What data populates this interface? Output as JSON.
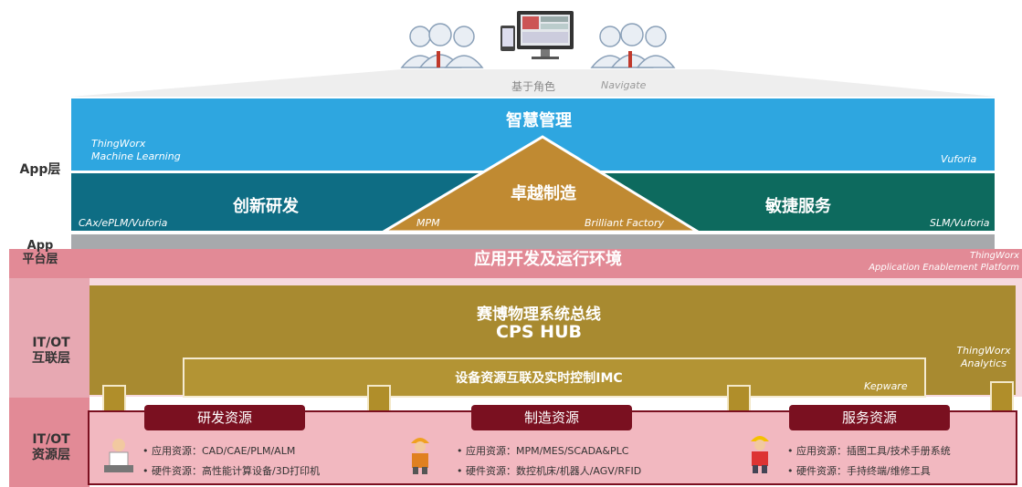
{
  "top": {
    "label_left": "基于角色",
    "label_right": "Navigate"
  },
  "app": {
    "layer_label": "App层",
    "top_title": "智慧管理",
    "top_left_line1": "ThingWorx",
    "top_left_line2": "Machine Learning",
    "top_right": "Vuforia",
    "left_title": "创新研发",
    "left_sub": "CAx/ePLM/Vuforia",
    "center_title": "卓越制造",
    "center_left": "MPM",
    "center_right": "Brilliant Factory",
    "right_title": "敏捷服务",
    "right_sub": "SLM/Vuforia"
  },
  "platform": {
    "layer_label_line1": "App",
    "layer_label_line2": "平台层",
    "title": "应用开发及运行环境",
    "right_line1": "ThingWorx",
    "right_line2": "Application Enablement Platform"
  },
  "itot": {
    "layer_label_line1": "IT/OT",
    "layer_label_line2": "互联层",
    "bus_title1": "赛博物理系统总线",
    "bus_title2": "CPS HUB",
    "imc": "设备资源互联及实时控制IMC",
    "kepware": "Kepware",
    "right_line1": "ThingWorx",
    "right_line2": "Analytics"
  },
  "resources": {
    "layer_label_line1": "IT/OT",
    "layer_label_line2": "资源层",
    "groups": [
      {
        "title": "研发资源",
        "items": [
          "• 应用资源：CAD/CAE/PLM/ALM",
          "• 硬件资源：高性能计算设备/3D打印机"
        ]
      },
      {
        "title": "制造资源",
        "items": [
          "• 应用资源：MPM/MES/SCADA&PLC",
          "• 硬件资源：数控机床/机器人/AGV/RFID"
        ]
      },
      {
        "title": "服务资源",
        "items": [
          "• 应用资源：插图工具/技术手册系统",
          "• 硬件资源：手持终端/维修工具"
        ]
      }
    ]
  },
  "colors": {
    "sky": "#2ea6e0",
    "teal_left": "#0e6d84",
    "teal_right": "#0d6a5e",
    "gold": "#c08a32",
    "gray": "#a7a9ac",
    "pink": "#e28a96",
    "olive": "#a88a30",
    "rose": "#f2b8c0",
    "maroon": "#7a1020"
  }
}
